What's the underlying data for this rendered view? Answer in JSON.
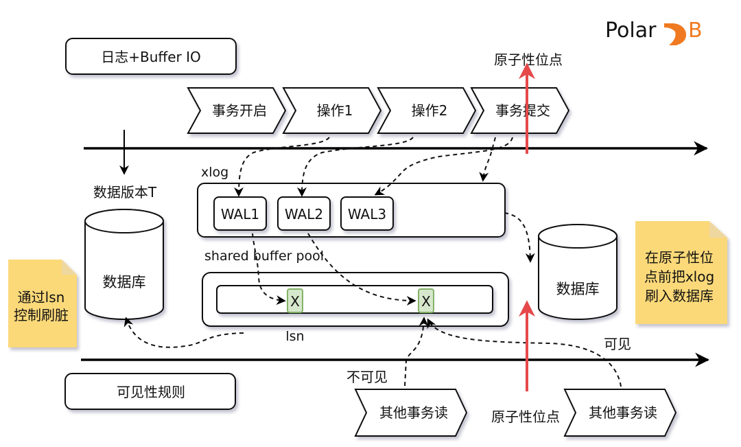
{
  "logo": {
    "text": "Polar",
    "text_suffix": "B",
    "accent": "#f07a21"
  },
  "top_label": "日志+Buffer IO",
  "bottom_label": "可见性规则",
  "atomic_point_top": "原子性位点",
  "atomic_point_bottom": "原子性位点",
  "steps": [
    "事务开启",
    "操作1",
    "操作2",
    "事务提交"
  ],
  "xlog": {
    "label": "xlog",
    "entries": [
      "WAL1",
      "WAL2",
      "WAL3"
    ]
  },
  "buffer_pool": {
    "label": "shared buffer pool",
    "pages": [
      "X",
      "X"
    ],
    "lsn_label": "lsn"
  },
  "left_db": {
    "version_label": "数据版本T",
    "name": "数据库"
  },
  "right_db": {
    "name": "数据库"
  },
  "notes": {
    "left": [
      "通过lsn",
      "控制刷脏"
    ],
    "right": [
      "在原子性位",
      "点前把xlog",
      "刷入数据库"
    ]
  },
  "readers": [
    "其他事务读",
    "其他事务读"
  ],
  "visibility": {
    "invisible": "不可见",
    "visible": "可见"
  },
  "colors": {
    "atomic_line": "#e5494a",
    "note_fill": "#fbd979",
    "page_fill": "#d6e8cc",
    "page_stroke": "#82b366"
  }
}
